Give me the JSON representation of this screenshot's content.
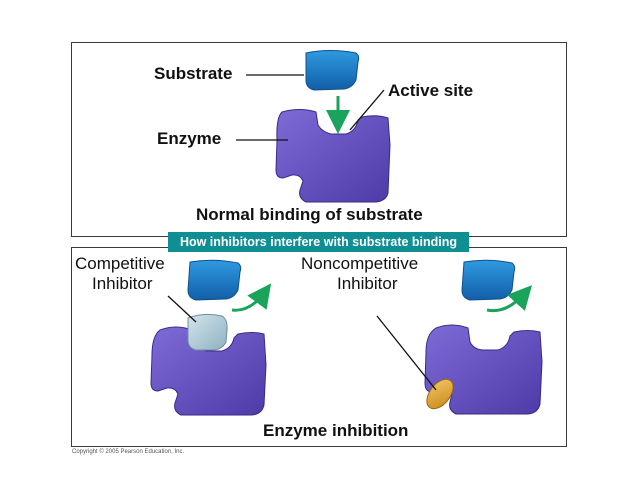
{
  "normal_panel": {
    "substrate_label": "Substrate",
    "active_site_label": "Active site",
    "enzyme_label": "Enzyme",
    "caption": "Normal binding of substrate"
  },
  "banner_text": "How inhibitors interfere with substrate binding",
  "inhibition_panel": {
    "competitive_label_line1": "Competitive",
    "competitive_label_line2": "Inhibitor",
    "noncompetitive_label_line1": "Noncompetitive",
    "noncompetitive_label_line2": "Inhibitor",
    "caption": "Enzyme inhibition"
  },
  "copyright": "Copyright © 2005 Pearson Education, Inc.",
  "colors": {
    "enzyme": "#6b55c4",
    "substrate": "#1f7fc9",
    "competitive_inhibitor": "#a9c7d4",
    "noncompetitive_inhibitor": "#e2a52d",
    "arrow": "#1aa35a",
    "banner": "#0f8e93"
  }
}
